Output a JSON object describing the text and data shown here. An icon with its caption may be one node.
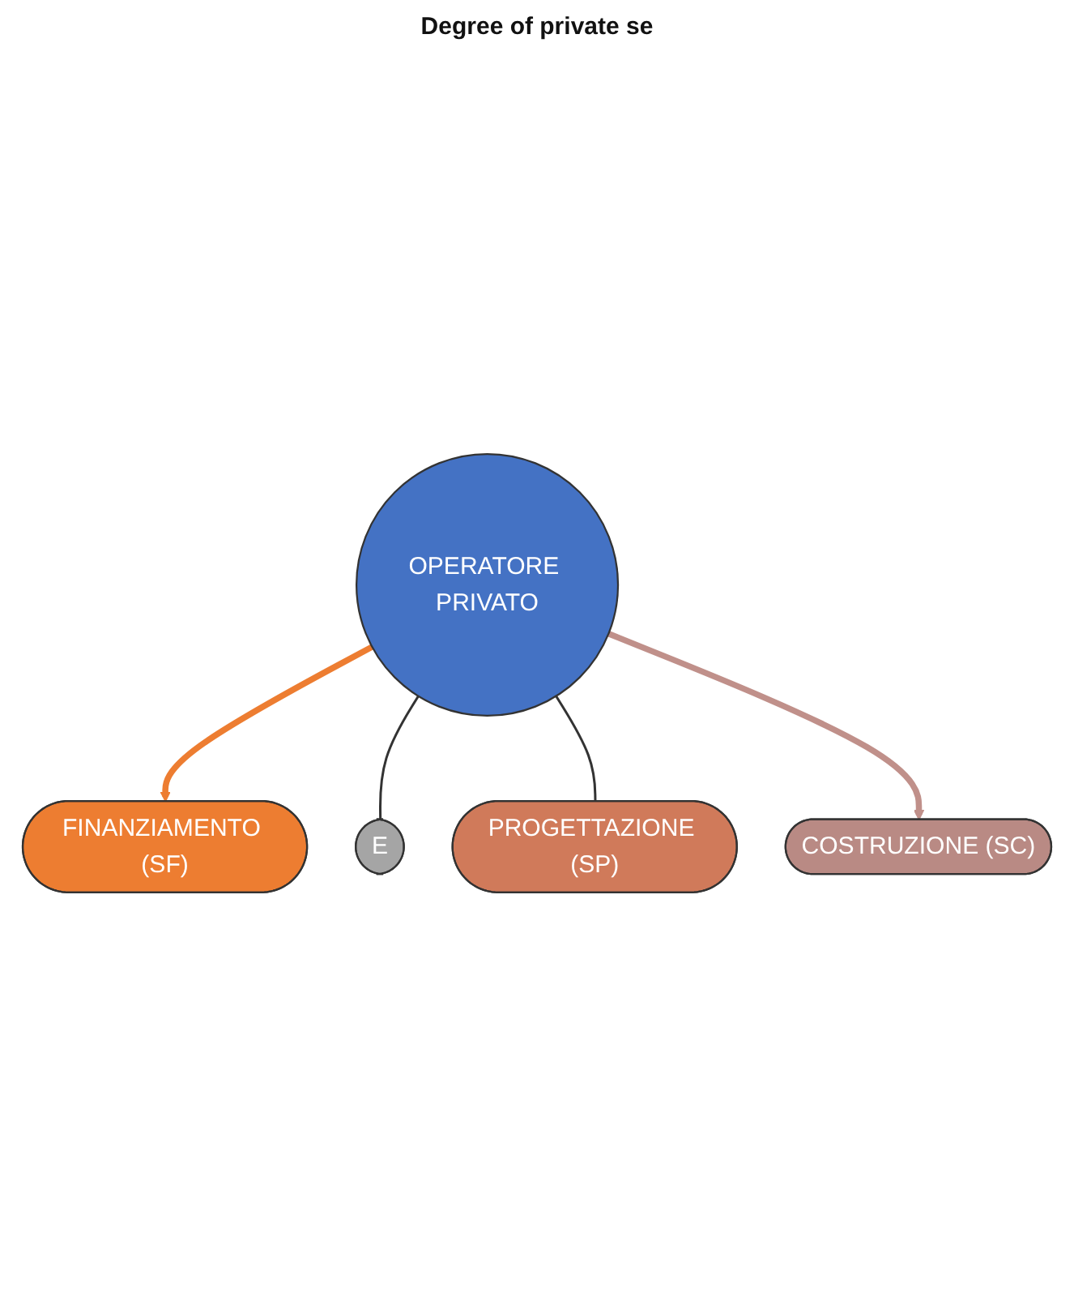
{
  "diagram": {
    "nodes": [
      {
        "text": [
          "FINANZIAMENTO (SF)"
        ]
      },
      {
        "text": [
          "E"
        ]
      },
      {
        "text": [
          "OPERATORE PRIVATO"
        ]
      },
      {
        "text": [
          "PROGETTAZIONE (SP)"
        ]
      },
      {
        "text": [
          "COSTRUZIONE (SC)"
        ]
      }
    ],
    "edges": [
      {
        "from": 2,
        "to": 0,
        "arrow": "to",
        "style": "thick",
        "color": "#ed7d31"
      },
      {
        "from": 2,
        "to": 1,
        "arrow": "none"
      },
      {
        "from": 2,
        "to": 3,
        "arrow": "none"
      },
      {
        "from": 2,
        "to": 4,
        "arrow": "to",
        "style": "thick",
        "color": "#c0908a"
      }
    ],
    "labels": [
      "Degree of private se"
    ]
  }
}
